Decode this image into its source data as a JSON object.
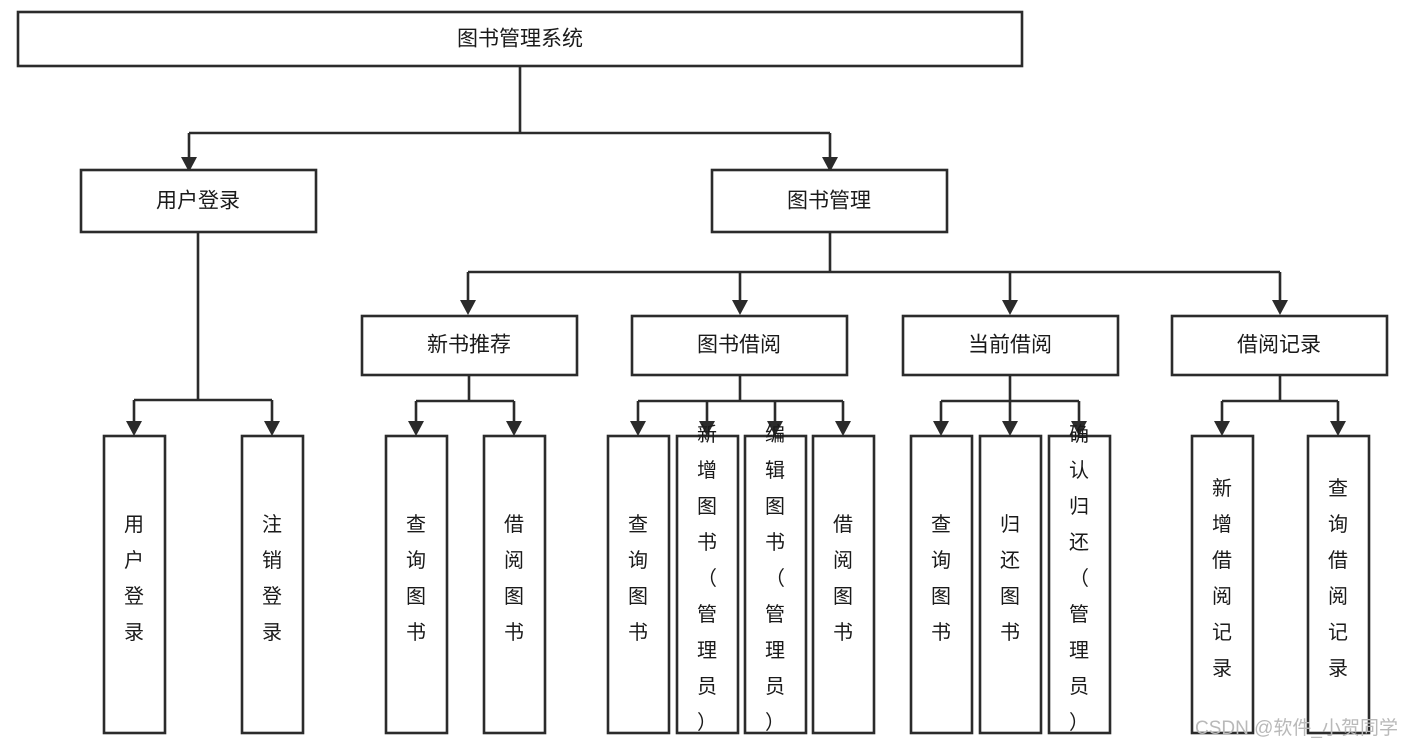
{
  "diagram": {
    "title": "图书管理系统",
    "type": "tree",
    "root": {
      "id": "root",
      "label": "图书管理系统"
    },
    "level2": [
      {
        "id": "user-login",
        "label": "用户登录"
      },
      {
        "id": "book-manage",
        "label": "图书管理"
      }
    ],
    "level3": [
      {
        "id": "new-book-recommend",
        "label": "新书推荐",
        "parent": "book-manage"
      },
      {
        "id": "book-borrow",
        "label": "图书借阅",
        "parent": "book-manage"
      },
      {
        "id": "current-borrow",
        "label": "当前借阅",
        "parent": "book-manage"
      },
      {
        "id": "borrow-record",
        "label": "借阅记录",
        "parent": "book-manage"
      }
    ],
    "leaves": {
      "user-login": [
        {
          "id": "leaf-user-login",
          "label": "用户登录"
        },
        {
          "id": "leaf-user-logout",
          "label": "注销登录"
        }
      ],
      "new-book-recommend": [
        {
          "id": "leaf-query-book-1",
          "label": "查询图书"
        },
        {
          "id": "leaf-borrow-book-1",
          "label": "借阅图书"
        }
      ],
      "book-borrow": [
        {
          "id": "leaf-query-book-2",
          "label": "查询图书"
        },
        {
          "id": "leaf-add-book",
          "label": "新增图书（管理员）"
        },
        {
          "id": "leaf-edit-book",
          "label": "编辑图书（管理员）"
        },
        {
          "id": "leaf-borrow-book-2",
          "label": "借阅图书"
        }
      ],
      "current-borrow": [
        {
          "id": "leaf-query-book-3",
          "label": "查询图书"
        },
        {
          "id": "leaf-return-book",
          "label": "归还图书"
        },
        {
          "id": "leaf-confirm-return",
          "label": "确认归还（管理员）"
        }
      ],
      "borrow-record": [
        {
          "id": "leaf-add-record",
          "label": "新增借阅记录"
        },
        {
          "id": "leaf-query-record",
          "label": "查询借阅记录"
        }
      ]
    }
  },
  "watermark": {
    "text": "CSDN @软件_小贺同学"
  },
  "colors": {
    "stroke": "#2b2b2b",
    "box_fill": "#ffffff",
    "text": "#1a1a1a",
    "watermark": "#b9b9b9",
    "background": "#ffffff"
  }
}
